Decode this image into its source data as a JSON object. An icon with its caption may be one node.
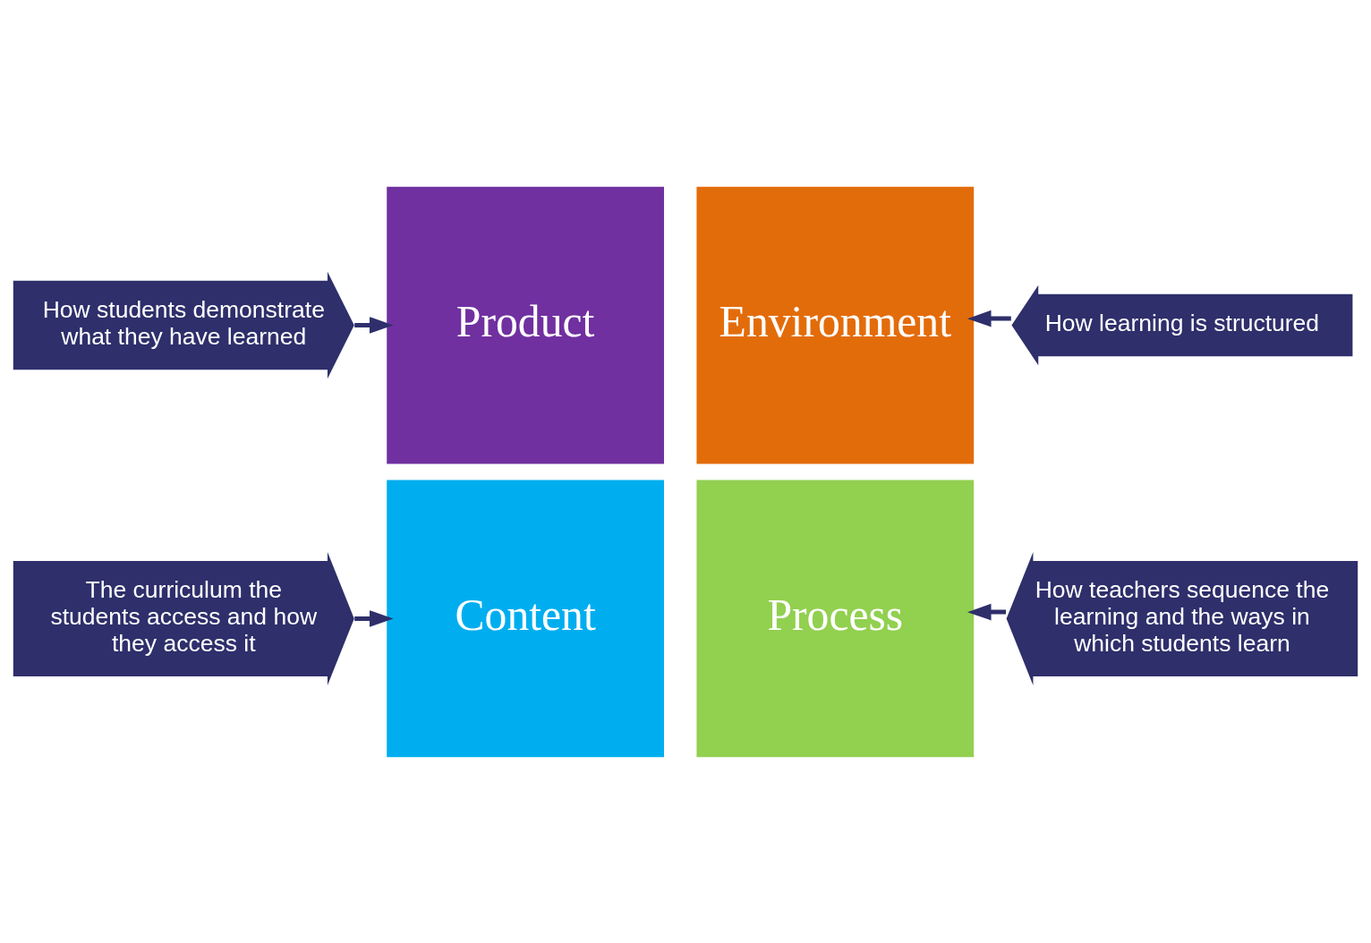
{
  "diagram": {
    "nodes": [
      {
        "text": [
          "Content"
        ]
      },
      {
        "text": [
          "Process"
        ]
      },
      {
        "text": [
          "Product"
        ]
      },
      {
        "text": [
          "Environment"
        ]
      },
      {
        "text": [
          "The curriculum the students access and how they access it"
        ]
      },
      {
        "text": [
          "How teachers sequence the learning and the ways in which students learn"
        ]
      },
      {
        "text": [
          "How students demonstrate what they have learned"
        ]
      },
      {
        "text": [
          "How learning is structured"
        ]
      }
    ],
    "edges": [
      {
        "from": 4,
        "to": 0,
        "arrow": "to"
      },
      {
        "from": 5,
        "to": 1,
        "arrow": "to"
      },
      {
        "from": 6,
        "to": 2,
        "arrow": "to"
      },
      {
        "from": 7,
        "to": 3,
        "arrow": "to"
      }
    ]
  }
}
